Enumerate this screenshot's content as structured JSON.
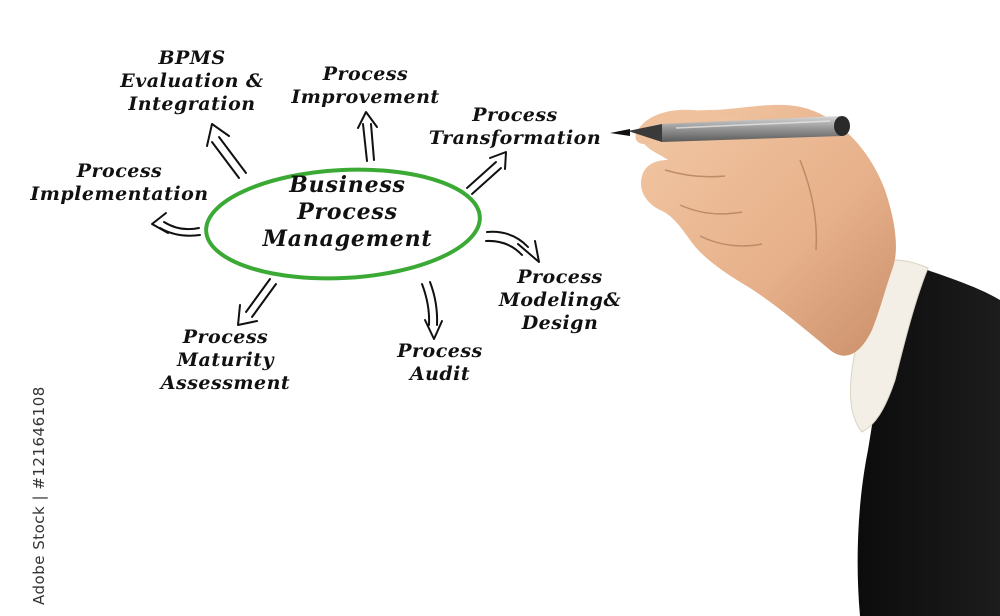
{
  "diagram": {
    "center": {
      "lines": [
        "Business",
        "Process",
        "Management"
      ]
    },
    "nodes": [
      {
        "id": "bpms",
        "lines": [
          "BPMS",
          "Evaluation &",
          "Integration"
        ]
      },
      {
        "id": "improvement",
        "lines": [
          "Process",
          "Improvement"
        ]
      },
      {
        "id": "transformation",
        "lines": [
          "Process",
          "Transformation"
        ]
      },
      {
        "id": "implementation",
        "lines": [
          "Process",
          "Implementation"
        ]
      },
      {
        "id": "modeling",
        "lines": [
          "Process",
          "Modeling&",
          "Design"
        ]
      },
      {
        "id": "maturity",
        "lines": [
          "Process",
          "Maturity",
          "Assessment"
        ]
      },
      {
        "id": "audit",
        "lines": [
          "Process",
          "Audit"
        ]
      }
    ],
    "ellipse_color": "#3aaa35",
    "ink_color": "#111111"
  },
  "watermark": {
    "text": "Adobe Stock | #121646108"
  }
}
